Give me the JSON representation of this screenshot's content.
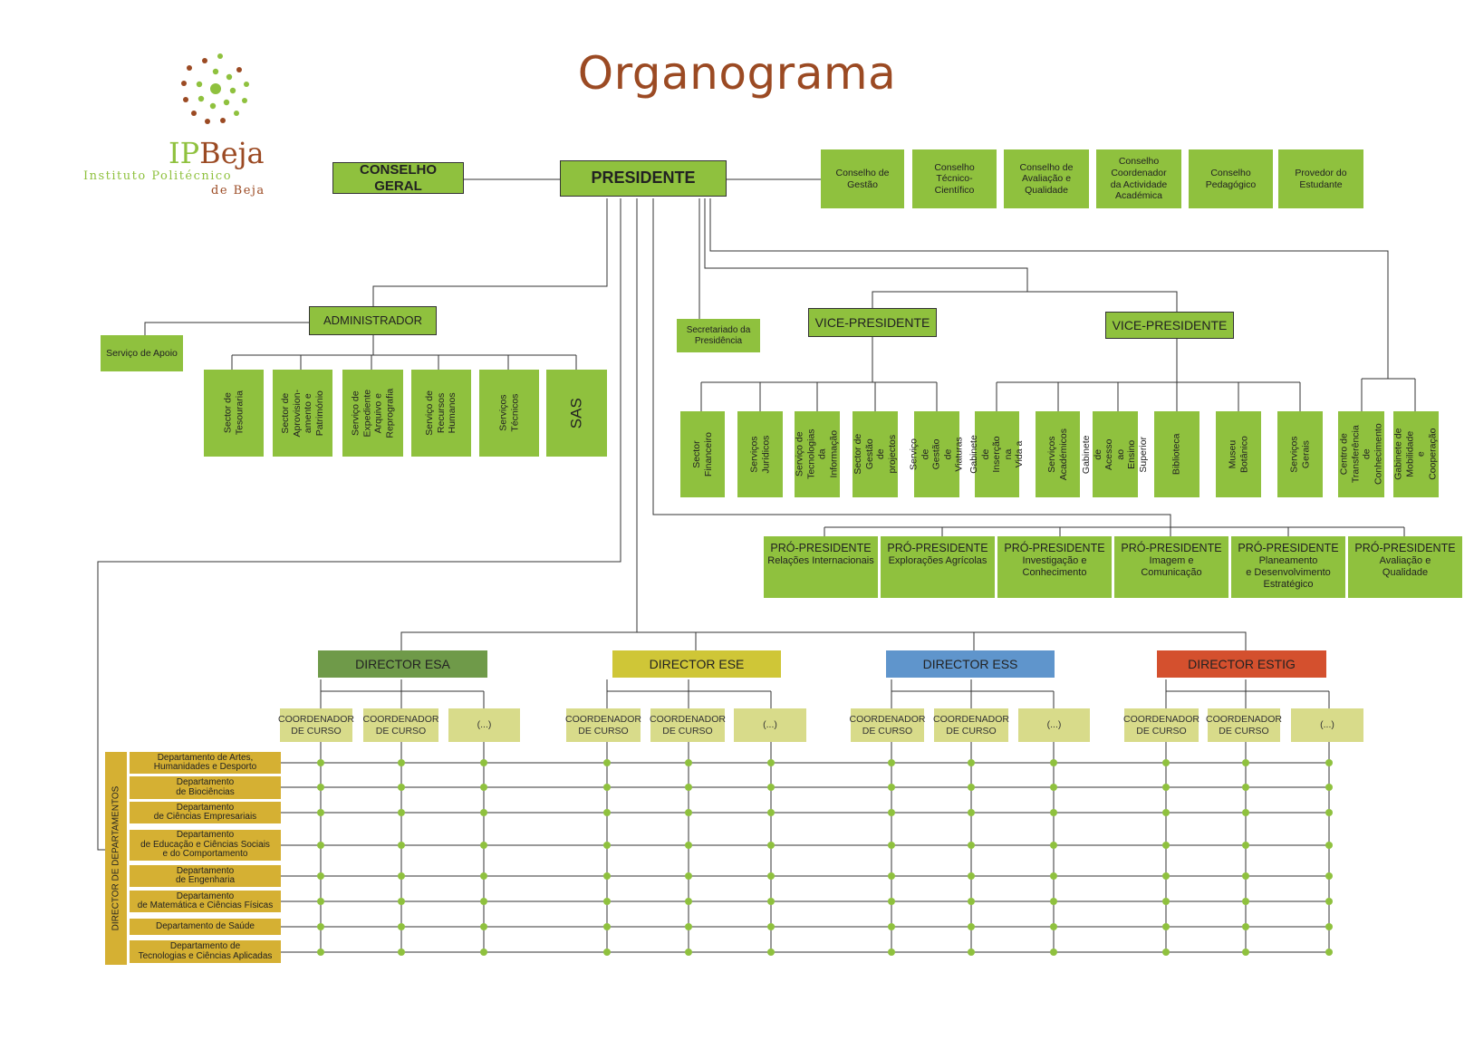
{
  "title": "Organograma",
  "logo": {
    "ip": "IP",
    "beja": "Beja",
    "line1": "Instituto Politécnico",
    "line2": "de Beja"
  },
  "colors": {
    "green": "#8fc13e",
    "brown": "#9b4a23",
    "esa": "#6f9a49",
    "ese": "#cfc637",
    "ess": "#5f95cc",
    "estig": "#d4502e",
    "coord": "#d8db8a",
    "dept": "#d5b033"
  },
  "top": {
    "conselho_geral": "CONSELHO GERAL",
    "presidente": "PRESIDENTE"
  },
  "conselhos": [
    "Conselho de\nGestão",
    "Conselho\nTécnico-\nCientífico",
    "Conselho de\nAvaliação e\nQualidade",
    "Conselho\nCoordenador\nda Actividade\nAcadémica",
    "Conselho\nPedagógico",
    "Provedor do\nEstudante"
  ],
  "administrador": "ADMINISTRADOR",
  "servico_apoio": "Serviço de Apoio",
  "secretariado": "Secretariado da\nPresidência",
  "admin_units": [
    "Sector de\nTesouraria",
    "Sector de\nAprovision-\namento e\nPatrimónio",
    "Serviço de\nExpediente\nArquivo e\nReprografia",
    "Serviço de\nRecursos\nHumanos",
    "Serviços\nTécnicos",
    "SAS"
  ],
  "vice1": "VICE-PRESIDENTE",
  "vice2": "VICE-PRESIDENTE",
  "vice1_units": [
    "Sector\nFinanceiro",
    "Serviços\nJurídicos",
    "Serviço de\nTecnologias da\nInformação",
    "Sector de\nGestão de\nprojectos",
    "Serviço de\nGestão de\nViaturas"
  ],
  "vice2_units": [
    "Gabinete de\nInserção na\nVida a",
    "Serviços\nAcadémicos",
    "Gabinete de\nAcesso ao\nEnsino Superior",
    "Biblioteca",
    "Museu\nBotânico",
    "Serviços Gerais"
  ],
  "pres_units": [
    "Centro de\nTransferência de\nConhecimento",
    "Gabinete de\nMobilidade e\nCooperação"
  ],
  "pro_presidentes": [
    {
      "title": "PRÓ-PRESIDENTE",
      "area": "Relações Internacionais"
    },
    {
      "title": "PRÓ-PRESIDENTE",
      "area": "Explorações Agrícolas"
    },
    {
      "title": "PRÓ-PRESIDENTE",
      "area": "Investigação e\nConhecimento"
    },
    {
      "title": "PRÓ-PRESIDENTE",
      "area": "Imagem e\nComunicação"
    },
    {
      "title": "PRÓ-PRESIDENTE",
      "area": "Planeamento\ne Desenvolvimento\nEstratégico"
    },
    {
      "title": "PRÓ-PRESIDENTE",
      "area": "Avaliação e\nQualidade"
    }
  ],
  "directors": [
    "DIRECTOR ESA",
    "DIRECTOR ESE",
    "DIRECTOR ESS",
    "DIRECTOR ESTIG"
  ],
  "coordinators": [
    "COORDENADOR\nDE CURSO",
    "COORDENADOR\nDE CURSO",
    "(...)"
  ],
  "director_departamentos": "DIRECTOR DE DEPARTAMENTOS",
  "departments": [
    "Departamento de Artes,\nHumanidades e Desporto",
    "Departamento\nde Biociências",
    "Departamento\nde Ciências Empresariais",
    "Departamento\nde Educação e Ciências Sociais\ne do Comportamento",
    "Departamento\nde Engenharia",
    "Departamento\nde Matemática e Ciências Físicas",
    "Departamento de Saúde",
    "Departamento de\nTecnologias e Ciências Aplicadas"
  ]
}
